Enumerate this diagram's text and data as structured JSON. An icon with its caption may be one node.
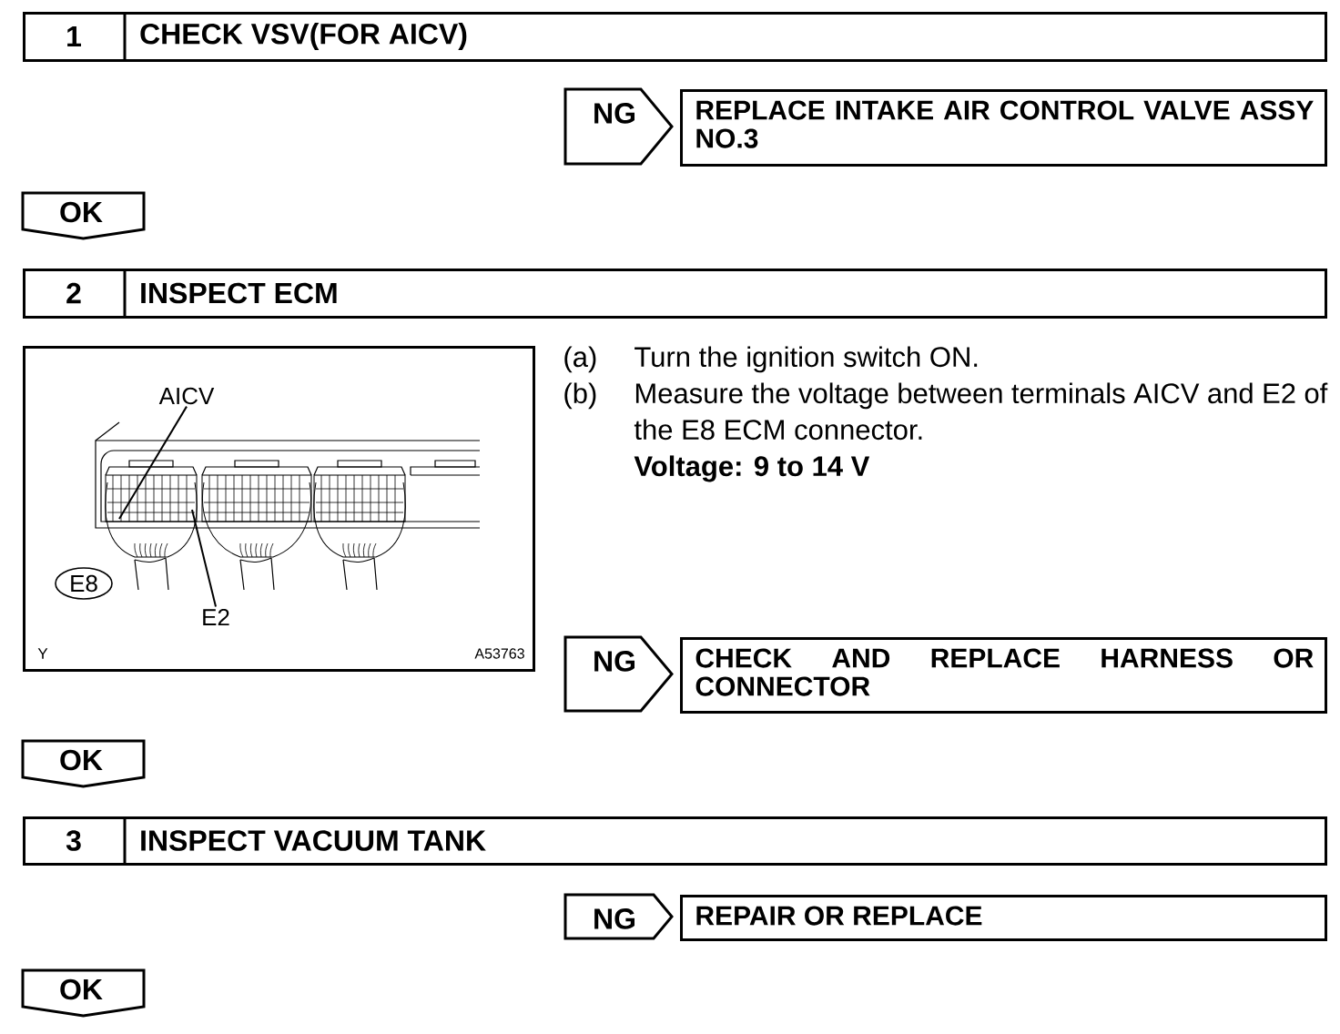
{
  "diagram": {
    "nodes": [
      {
        "text": [
          "1",
          "CHECK VSV(FOR AICV)"
        ]
      },
      {
        "text": [
          "NG"
        ]
      },
      {
        "text": [
          "REPLACE INTAKE AIR CONTROL VALVE ASSY NO.3"
        ]
      },
      {
        "text": [
          "OK"
        ]
      },
      {
        "text": [
          "2",
          "INSPECT ECM"
        ]
      },
      {
        "text": [
          "Y",
          "A53763"
        ]
      },
      {
        "text": [
          "AICV"
        ],
        "in": 5
      },
      {
        "text": [
          "E2"
        ],
        "in": 5
      },
      {
        "text": [
          "E8"
        ],
        "in": 5
      },
      {
        "text": [
          "NG"
        ]
      },
      {
        "text": [
          "CHECK AND REPLACE HARNESS OR CONNECTOR"
        ]
      },
      {
        "text": [
          "OK"
        ]
      },
      {
        "text": [
          "3",
          "INSPECT VACUUM TANK"
        ]
      },
      {
        "text": [
          "NG"
        ]
      },
      {
        "text": [
          "REPAIR OR REPLACE"
        ]
      },
      {
        "text": [
          "OK"
        ]
      }
    ],
    "edges": [
      {
        "from": 6,
        "to": null,
        "arrow": "none"
      },
      {
        "from": 7,
        "to": null,
        "arrow": "none"
      }
    ],
    "labels": [
      "(a)",
      "Turn the ignition switch ON.",
      "(b)",
      "Measure the voltage between terminals AICV and E2 of the E8 ECM connector.",
      "Voltage: 9 to 14 V"
    ]
  }
}
